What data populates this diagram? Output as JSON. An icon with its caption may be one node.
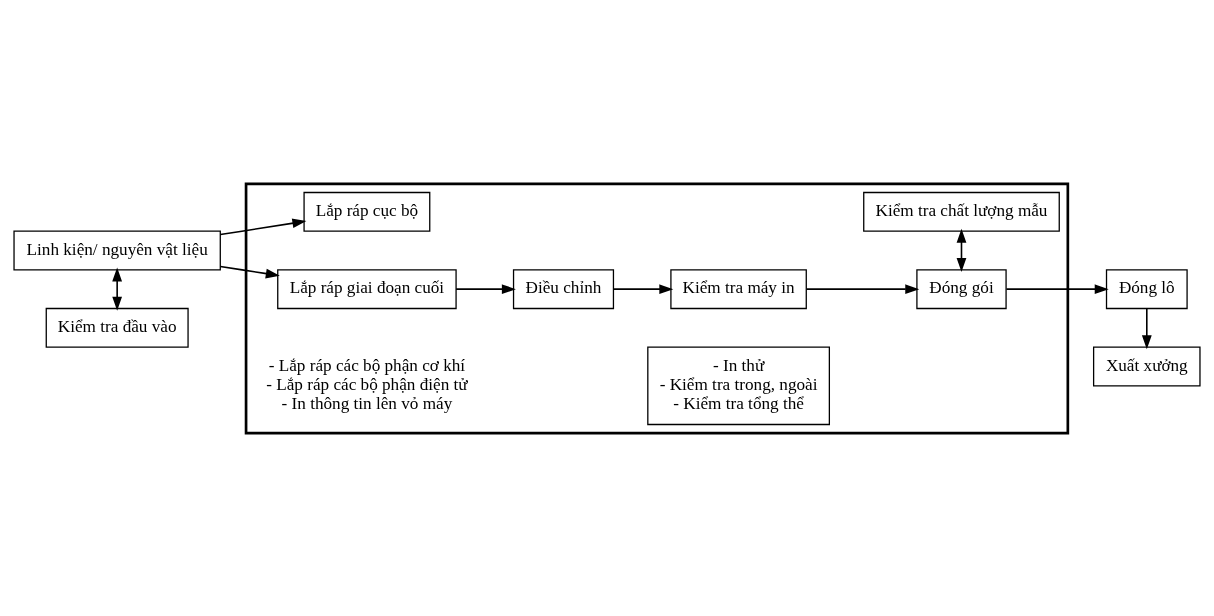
{
  "diagram": {
    "nodes": [
      {
        "text": [
          "Linh kiện/ nguyên vật liệu"
        ]
      },
      {
        "text": [
          "Kiểm tra đầu vào"
        ]
      },
      {
        "text": [],
        "shape": "box"
      },
      {
        "text": [
          "Lắp ráp cục bộ"
        ],
        "in": 2
      },
      {
        "text": [
          "Lắp ráp giai đoạn cuối"
        ],
        "in": 2
      },
      {
        "text": [
          "Điều chỉnh"
        ],
        "in": 2
      },
      {
        "text": [
          "Kiểm tra máy in"
        ],
        "in": 2
      },
      {
        "text": [
          "Đóng gói"
        ],
        "in": 2
      },
      {
        "text": [
          "- In thử",
          "- Kiểm tra trong, ngoài",
          "- Kiểm tra tổng thể"
        ],
        "in": 2
      },
      {
        "text": [
          "Kiểm tra chất lượng mẫu"
        ],
        "in": 2
      },
      {
        "text": [
          "Đóng lô"
        ]
      },
      {
        "text": [
          "Xuất xưởng"
        ]
      }
    ],
    "edges": [
      {
        "from": 0,
        "to": 4,
        "arrow": "to"
      },
      {
        "from": 0,
        "to": 3,
        "arrow": "to"
      },
      {
        "from": 0,
        "to": 1,
        "arrow": "both"
      },
      {
        "from": 4,
        "to": 5,
        "arrow": "to"
      },
      {
        "from": 5,
        "to": 6,
        "arrow": "to"
      },
      {
        "from": 6,
        "to": 7,
        "arrow": "to"
      },
      {
        "from": 7,
        "to": 10,
        "arrow": "to"
      },
      {
        "from": 7,
        "to": 9,
        "arrow": "both"
      },
      {
        "from": 10,
        "to": 11,
        "arrow": "to"
      }
    ],
    "labels": [
      "- Lắp ráp các bộ phận cơ khí",
      "- Lắp ráp các bộ phận điện tử",
      "- In thông tin lên vỏ máy"
    ]
  }
}
